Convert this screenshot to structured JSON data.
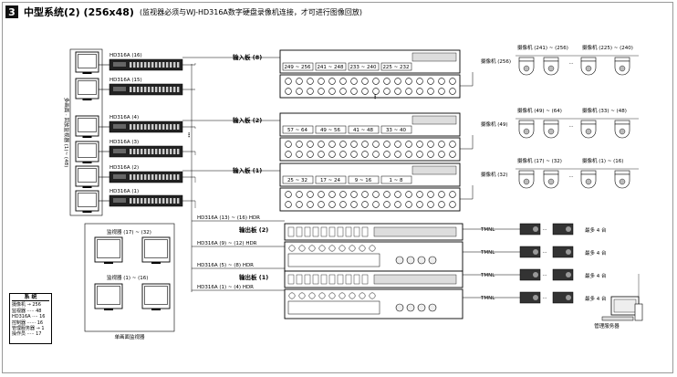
{
  "header": {
    "num": "3",
    "title": "中型系统(2) (256x48)",
    "note": "(监视器必须与WJ-HD316A数字硬盘录像机连接，才可进行图像回放)"
  },
  "monitors_left_label": "多画面 · 回放监视器 (1)~ (48)",
  "spot_label": "单画面监视器",
  "spot_groups": [
    "监视器 (17) ~ (32)",
    "监视器 (1) ~ (16)"
  ],
  "recorders": [
    "HD316A (16)",
    "HD316A (15)",
    "HD316A (4)",
    "HD316A (3)",
    "HD316A (2)",
    "HD316A (1)"
  ],
  "input_boards": [
    {
      "label": "输入板 (8)",
      "ports": [
        "249 ~ 256",
        "241 ~ 248",
        "233 ~ 240",
        "225 ~ 232"
      ]
    },
    {
      "label": "输入板 (2)",
      "ports": [
        "57 ~ 64",
        "49 ~ 56",
        "41 ~ 48",
        "33 ~ 40"
      ]
    },
    {
      "label": "输入板 (1)",
      "ports": [
        "25 ~ 32",
        "17 ~ 24",
        "9 ~ 16",
        "1 ~ 8"
      ]
    }
  ],
  "output_boards": [
    "输出板 (2)",
    "输出板 (1)"
  ],
  "hdr_links": [
    "HD316A (13) ~ (16) HDR",
    "HD316A (9) ~ (12) HDR",
    "HD316A (5) ~ (8) HDR",
    "HD316A (1) ~ (4) HDR"
  ],
  "camera_groups": [
    {
      "single": "摄像机 (256)",
      "r1": "摄像机 (241) ~ (256)",
      "r2": "摄像机 (225) ~ (240)"
    },
    {
      "single": "摄像机 (49)",
      "r1": "摄像机 (49) ~ (64)",
      "r2": "摄像机 (33) ~ (48)"
    },
    {
      "single": "摄像机 (32)",
      "r1": "摄像机 (17) ~ (32)",
      "r2": "摄像机 (1) ~ (16)"
    }
  ],
  "tmnl": "TMNL",
  "max_label": "最多 4 台",
  "server_label": "管理服务器",
  "legend": {
    "title": "系 统",
    "rows": [
      "摄像机 → 256",
      "监视器 ····· 48",
      "HD316A ···· 16",
      "控制器 ······ 16",
      "管理服务器 → 1",
      "操作员 ····· 17"
    ]
  }
}
